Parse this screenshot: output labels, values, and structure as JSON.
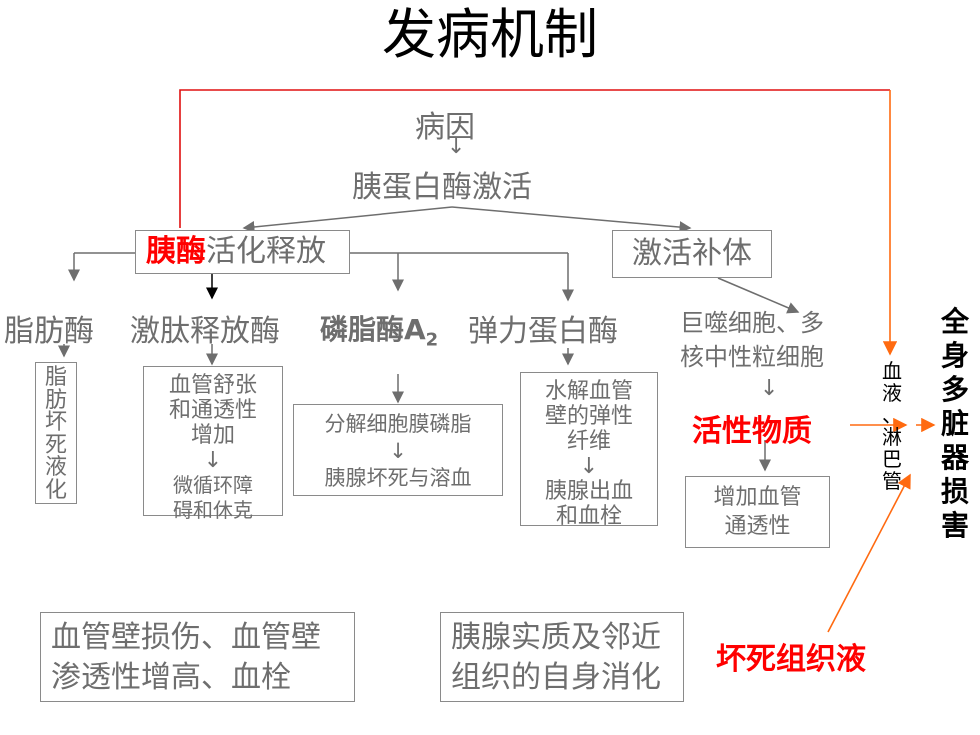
{
  "title": "发病机制",
  "cause": "病因",
  "activation": "胰蛋白酶激活",
  "enzyme_release": {
    "highlight": "胰酶",
    "rest": "活化释放"
  },
  "complement": "激活补体",
  "enzymes": {
    "lipase": "脂肪酶",
    "kallikrein": "激肽释放酶",
    "phospholipase": "磷脂酶A",
    "phospholipase_sub": "2",
    "elastase": "弹力蛋白酶"
  },
  "cells": {
    "line1": "巨噬细胞、多",
    "line2": "核中性粒细胞"
  },
  "arrow_glyph": "↓",
  "lipase_effect": [
    "脂",
    "肪",
    "坏",
    "死",
    "液",
    "化"
  ],
  "kallikrein_effect": {
    "line1": "血管舒张",
    "line2": "和通透性",
    "line3": "增加",
    "line4": "微循环障",
    "line5": "碍和休克"
  },
  "phospholipase_effect": {
    "line1": "分解细胞膜磷脂",
    "line2": "胰腺坏死与溶血"
  },
  "elastase_effect": {
    "line1": "水解血管",
    "line2": "壁的弹性",
    "line3": "纤维",
    "line4": "胰腺出血",
    "line5": "和血栓"
  },
  "active_substance": "活性物质",
  "vascular_permeability": {
    "line1": "增加血管",
    "line2": "通透性"
  },
  "blood_lymph": [
    "血",
    "液",
    "、",
    "淋",
    "巴",
    "管"
  ],
  "outcome": [
    "全",
    "身",
    "多",
    "脏",
    "器",
    "损",
    "害"
  ],
  "bottom_left": {
    "line1": "血管壁损伤、血管壁",
    "line2": "渗透性增高、血栓"
  },
  "bottom_mid": {
    "line1": "胰腺实质及邻近",
    "line2": "组织的自身消化"
  },
  "necrotic_fluid": "坏死组织液"
}
